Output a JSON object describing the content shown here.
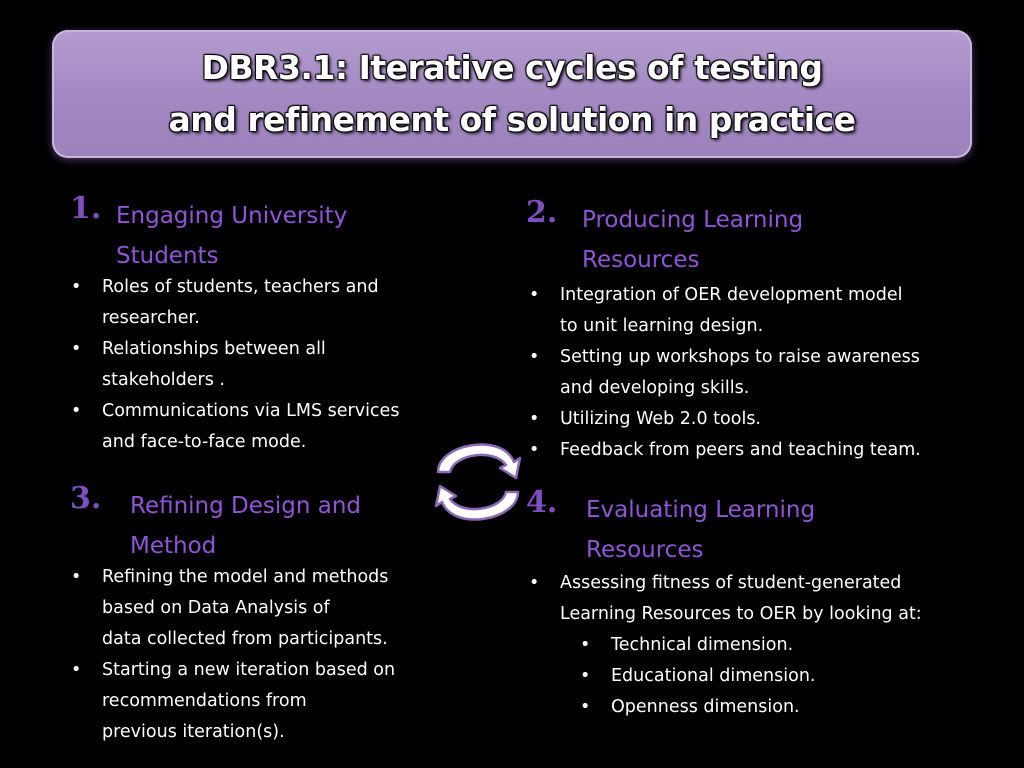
{
  "title": {
    "line1": "DBR3.1: Iterative cycles of testing",
    "line2": "and refinement of solution in practice"
  },
  "sections": [
    {
      "number": "1.",
      "heading_line1": "Engaging University",
      "heading_line2": "Students",
      "bullets": [
        [
          "Roles of students, teachers and",
          "researcher."
        ],
        [
          "Relationships between all",
          "stakeholders ."
        ],
        [
          "Communications via LMS services",
          "and face-to-face mode."
        ]
      ]
    },
    {
      "number": "2.",
      "heading_line1": "Producing Learning",
      "heading_line2": "Resources",
      "bullets": [
        [
          "Integration of OER development model",
          "to unit learning design."
        ],
        [
          "Setting up workshops to raise awareness",
          "and developing skills."
        ],
        [
          "Utilizing Web 2.0 tools."
        ],
        [
          "Feedback from peers and teaching team."
        ]
      ]
    },
    {
      "number": "3.",
      "heading_line1": "Refining Design and",
      "heading_line2": "Method",
      "bullets": [
        [
          "Refining the model and methods",
          "based on Data  Analysis of",
          "data collected from participants."
        ],
        [
          "Starting a new iteration based on",
          "recommendations from",
          "previous iteration(s)."
        ]
      ]
    },
    {
      "number": "4.",
      "heading_line1": "Evaluating Learning",
      "heading_line2": "Resources",
      "bullets": [
        [
          "Assessing fitness of student-generated",
          "Learning Resources to OER by looking at:"
        ]
      ],
      "sub_bullets": [
        "Technical dimension.",
        "Educational dimension.",
        "Openness dimension."
      ]
    }
  ],
  "bullet_symbol": "•",
  "colors": {
    "title_bg": "#a68bc4",
    "number": "#7f4ec1",
    "heading": "#8f55d6",
    "arrow_fill": "#ffffff",
    "arrow_stroke": "#8a6ab8"
  },
  "cycle_icon": "circular-arrows-icon"
}
